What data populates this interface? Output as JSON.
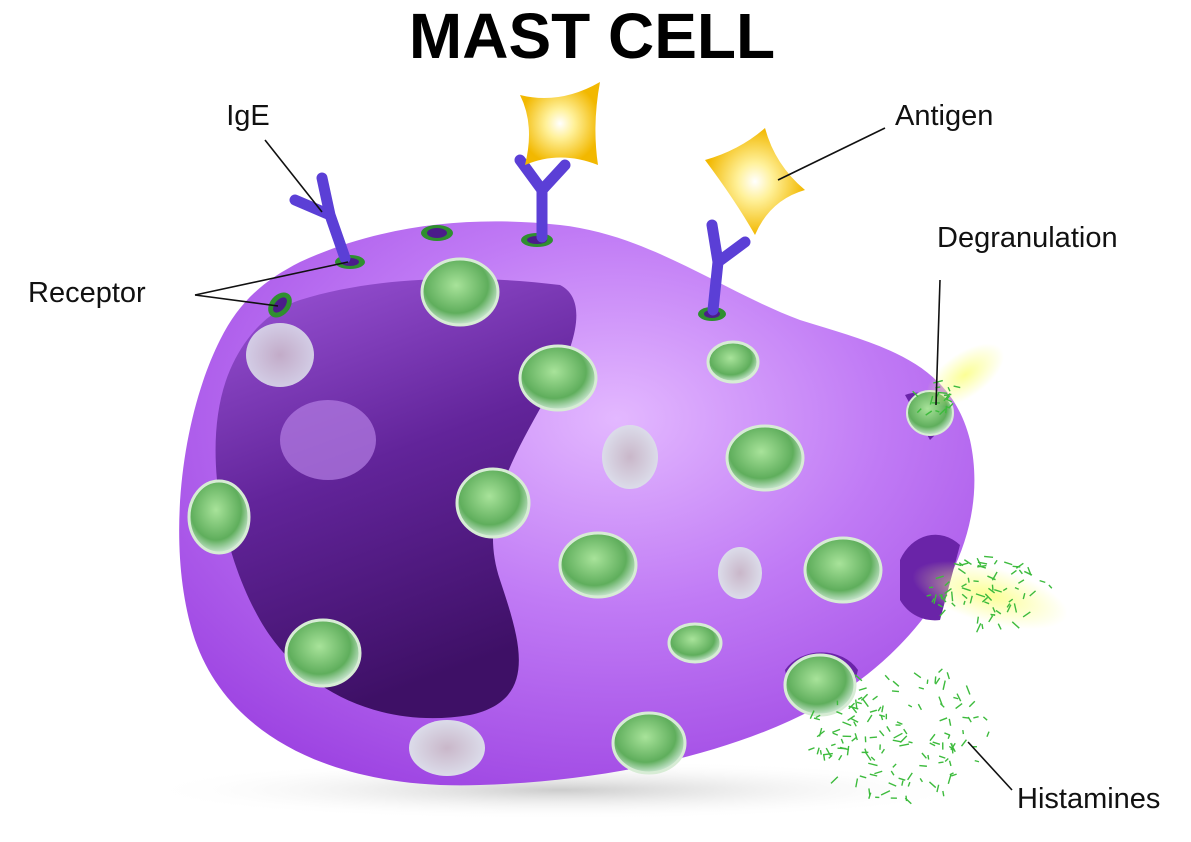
{
  "title": "MAST CELL",
  "labels": {
    "ige": "IgE",
    "antigen": "Antigen",
    "receptor": "Receptor",
    "degranulation": "Degranulation",
    "histamines": "Histamines"
  },
  "colors": {
    "cell": "#b45ef0",
    "nucleus": "#5a1f8a",
    "granule": "#6dbb6a",
    "receptor": "#2f8f2f",
    "antibody": "#5b3fd6",
    "antigen": "#f5c800",
    "histamine": "#3dbb3d"
  }
}
